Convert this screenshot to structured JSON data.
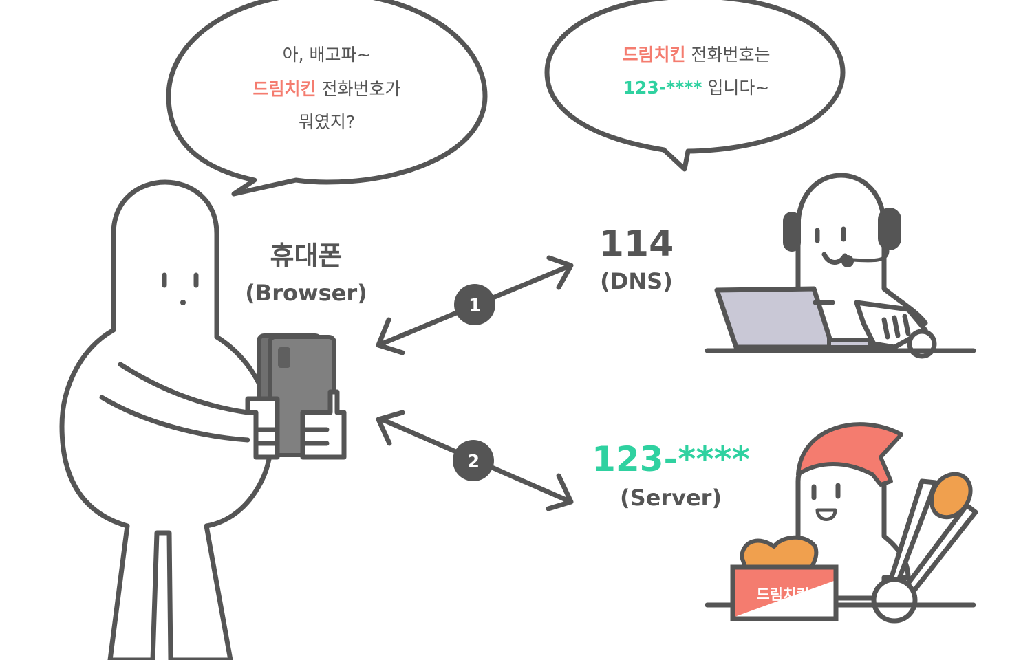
{
  "customer_bubble": {
    "line1": "아, 배고파~",
    "line2_highlight": "드림치킨",
    "line2_rest": " 전화번호가",
    "line3": "뭐였지?"
  },
  "dns_bubble": {
    "line1_highlight": "드림치킨",
    "line1_rest": " 전화번호는",
    "line2_highlight": "123-****",
    "line2_rest": " 입니다~"
  },
  "phone_label": {
    "title": "휴대폰",
    "subtitle": "(Browser)"
  },
  "dns_label": {
    "title": "114",
    "subtitle": "(DNS)"
  },
  "server_label": {
    "title": "123-****",
    "subtitle": "(Server)"
  },
  "steps": {
    "step1": "1",
    "step2": "2"
  },
  "box_label": "드림치킨",
  "colors": {
    "outline": "#555555",
    "highlight_red": "#f47c6f",
    "highlight_green": "#2fd1a0",
    "chicken": "#f0a04e",
    "laptop": "#c9c8d6",
    "phone": "#808080"
  }
}
